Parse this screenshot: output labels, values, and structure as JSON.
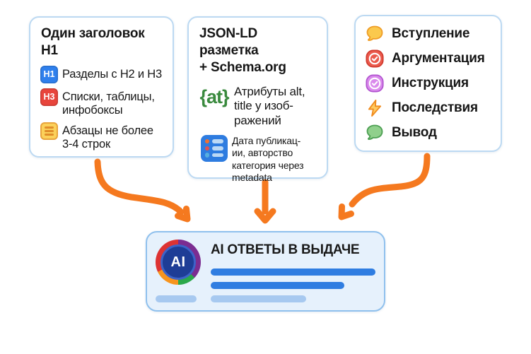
{
  "palette": {
    "card_border": "#bcd9f2",
    "arrow_orange": "#f5791f",
    "result_bg": "#e6f1fc",
    "result_border": "#8fc0ed",
    "bar_blue": "#2f7de1",
    "bar_light_blue": "#a7c9f0",
    "h1_badge_blue": "#2f80ed",
    "h3_badge_red": "#e8453c",
    "paragraph_icon_yellow": "#fbd15a",
    "at_icon_green": "#3a8a3e",
    "metadata_icon_blue": "#2e7ce0",
    "ai_core_blue": "#1e3d96"
  },
  "cards": {
    "structure": {
      "title": "Один заголовок\nH1",
      "items": [
        {
          "badge": "H1",
          "text": "Разделы с H2 и H3"
        },
        {
          "badge": "H3",
          "text": "Списки, таблицы,\nинфобоксы"
        },
        {
          "icon": "paragraph-lines-icon",
          "text": "Абзацы не более\n3-4 строк"
        }
      ]
    },
    "markup": {
      "title": "JSON-LD разметка\n+ Schema.org",
      "items": [
        {
          "icon_label": "{at}",
          "text": "Атрибуты alt,\ntitle у изоб-\nражений"
        },
        {
          "icon": "metadata-list-icon",
          "text": "Дата публикац-\nии, авторство\nкатегория через\nmetadata"
        }
      ]
    },
    "content": {
      "items": [
        {
          "icon": "speech-bubble-yellow-icon",
          "text": "Вступление"
        },
        {
          "icon": "checkmark-red-icon",
          "text": "Аргументация"
        },
        {
          "icon": "checkmark-purple-icon",
          "text": "Инструкция"
        },
        {
          "icon": "lightning-icon",
          "text": "Последствия"
        },
        {
          "icon": "speech-bubble-green-icon",
          "text": "Вывод"
        }
      ]
    }
  },
  "result": {
    "logo_text": "AI",
    "title": "AI ОТВЕТЫ В ВЫДАЧЕ"
  }
}
